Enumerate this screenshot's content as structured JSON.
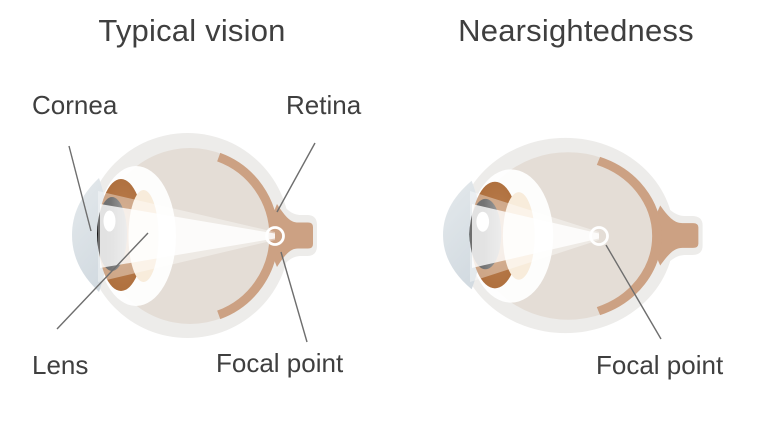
{
  "figure": {
    "left_panel": {
      "title": "Typical vision",
      "labels": {
        "cornea": "Cornea",
        "retina": "Retina",
        "lens": "Lens",
        "focal_point": "Focal point"
      }
    },
    "right_panel": {
      "title": "Nearsightedness",
      "labels": {
        "focal_point": "Focal point"
      }
    },
    "colors": {
      "background": "#ffffff",
      "text": "#3f3f3f",
      "leader_line": "#6e6e6e",
      "sclera": "#edecea",
      "vitreous_interior": "#e4ddd6",
      "retina_and_optic_nerve": "#cca183",
      "cornea": "#dce2e7",
      "iris": "#b0713f",
      "pupil": "#1e1e1e",
      "lens": "#f8ecdb",
      "light_beam": "#ffffff",
      "focal_ring": "#ffffff"
    }
  }
}
